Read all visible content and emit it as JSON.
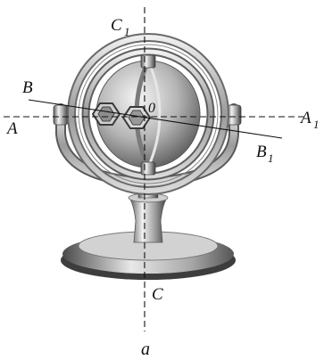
{
  "figure": {
    "caption": "a",
    "labels": {
      "c1_main": "C",
      "c1_sub": "1",
      "c": "C",
      "a": "A",
      "a1_main": "A",
      "a1_sub": "1",
      "b": "B",
      "b1_main": "B",
      "b1_sub": "1",
      "o": "0"
    }
  }
}
